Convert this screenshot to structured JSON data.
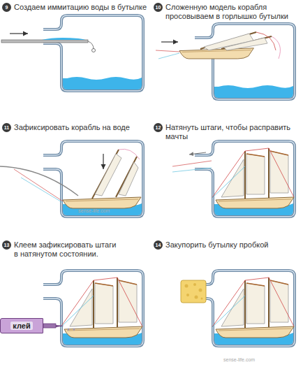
{
  "diagram": {
    "nodes": [
      {
        "text": [
          "9"
        ]
      },
      {
        "text": [
          "10"
        ]
      },
      {
        "text": [
          "11"
        ]
      },
      {
        "text": [
          "12"
        ]
      },
      {
        "text": [
          "13"
        ]
      },
      {
        "text": [
          "клей"
        ]
      },
      {
        "text": [
          "14"
        ]
      }
    ],
    "labels": [
      "Создаем иммитацию воды в бутылке",
      "Сложенную модель корабля просовываем в горлышко бутылки",
      "Зафиксировать корабль на воде",
      "sense-life.com",
      "Натянуть штаги, чтобы расправить мачты",
      "Клеем зафиксировать штаги в натянутом состоянии.",
      "Закупорить бутылку пробкой",
      "sense-life.com"
    ]
  }
}
